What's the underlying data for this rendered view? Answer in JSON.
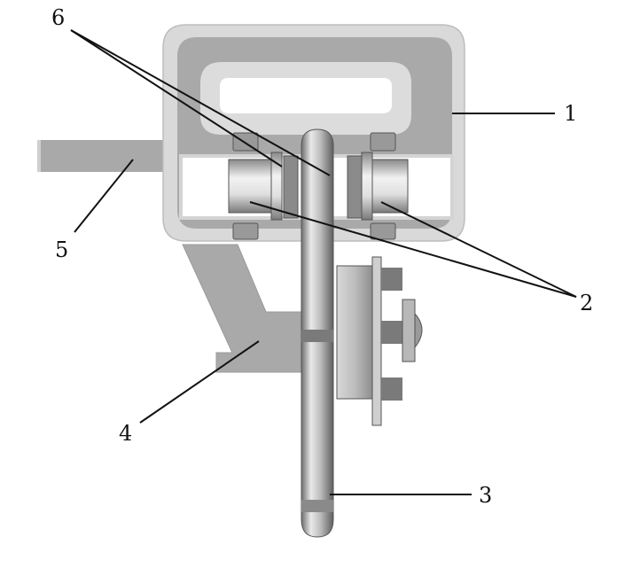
{
  "labels": {
    "caliper": "1",
    "piston": "2",
    "disc": "3",
    "mount": "4",
    "inlet": "5",
    "pad": "6"
  },
  "colors": {
    "housing_fill": "#a9a9a9",
    "housing_outline": "#d9d9d9",
    "metal_light": "#e8e8e8",
    "metal_mid": "#bfbfbf",
    "metal_dark": "#707070",
    "line": "#111111"
  }
}
